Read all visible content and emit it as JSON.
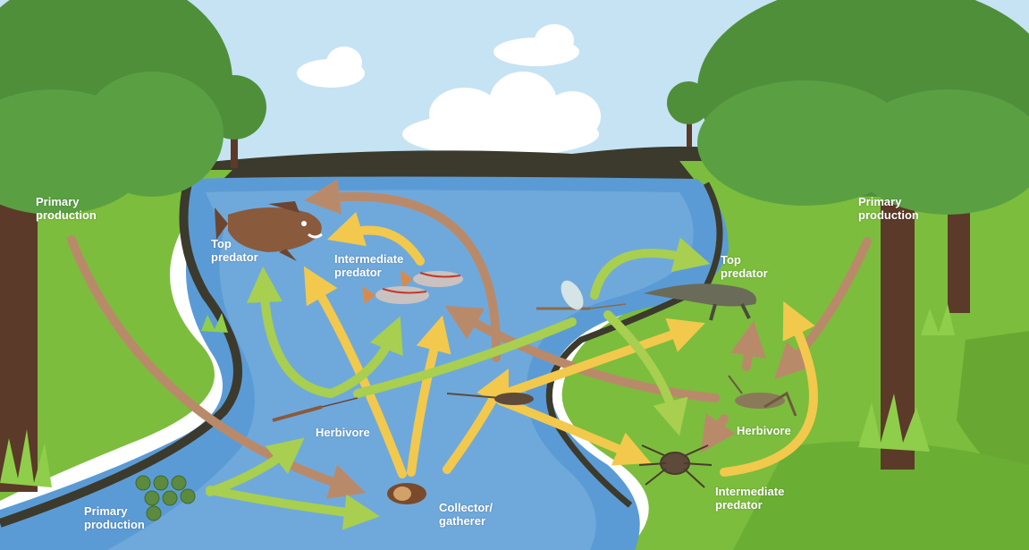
{
  "labels": {
    "primary_left_l1": "Primary",
    "primary_left_l2": "production",
    "primary_right_l1": "Primary",
    "primary_right_l2": "production",
    "primary_bottom_l1": "Primary",
    "primary_bottom_l2": "production",
    "top_pred_water_l1": "Top",
    "top_pred_water_l2": "predator",
    "inter_pred_water_l1": "Intermediate",
    "inter_pred_water_l2": "predator",
    "herbivore_water": "Herbivore",
    "collector_l1": "Collector/",
    "collector_l2": "gatherer",
    "top_pred_land_l1": "Top",
    "top_pred_land_l2": "predator",
    "herbivore_land": "Herbivore",
    "inter_pred_land_l1": "Intermediate",
    "inter_pred_land_l2": "predator"
  },
  "colors": {
    "sky": "#c5e3f3",
    "grass": "#7cbd3d",
    "grass_dark": "#5c9a2b",
    "water": "#5b9bd5",
    "water_light": "#7fb4e0",
    "bank": "#3c3a2c",
    "arrow_brown": "#b98a6a",
    "arrow_yellow": "#f2c94c",
    "arrow_lightgreen": "#a8cf4f",
    "trunk": "#5b3a29",
    "foliage": "#4f8f3a"
  }
}
